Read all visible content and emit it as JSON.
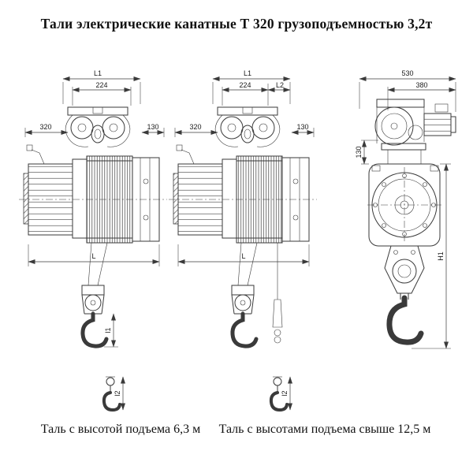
{
  "page": {
    "title": "Тали электрические канатные Т 320 грузоподъемностью 3,2т",
    "colors": {
      "line": "#3a3a3a",
      "background": "#ffffff"
    }
  },
  "captions": {
    "left": "Таль с высотой подъема 6,3 м",
    "right": "Таль с высотами подъема свыше 12,5 м"
  },
  "drawings": {
    "a": {
      "dims": {
        "L1": "L1",
        "d224": "224",
        "d320": "320",
        "d130": "130",
        "L": "L",
        "l1": "l1",
        "l2": "l2"
      }
    },
    "b": {
      "dims": {
        "L1": "L1",
        "d224": "224",
        "L2": "L2",
        "d320": "320",
        "d130": "130",
        "L": "L",
        "l2": "l2"
      }
    },
    "c": {
      "dims": {
        "d530": "530",
        "d380": "380",
        "d130": "130",
        "H1": "H1"
      }
    }
  }
}
